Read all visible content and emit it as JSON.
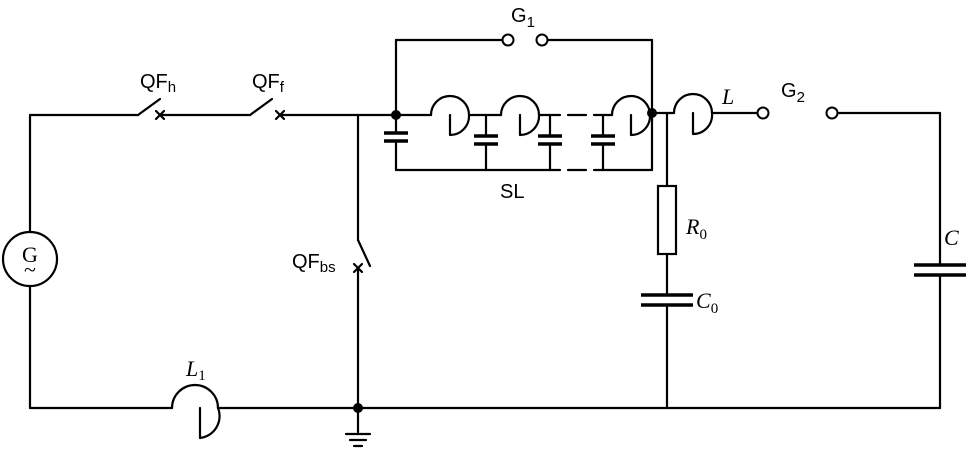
{
  "labels": {
    "G1": {
      "main": "G",
      "sub": "1"
    },
    "G2": {
      "main": "G",
      "sub": "2"
    },
    "QFh": {
      "main": "QF",
      "sub": "h"
    },
    "QFf": {
      "main": "QF",
      "sub": "f"
    },
    "QFbs": {
      "main": "QF",
      "sub": "bs"
    },
    "SL": "SL",
    "L": "L",
    "R0": {
      "main": "R",
      "sub": "0"
    },
    "C0": {
      "main": "C",
      "sub": "0"
    },
    "C": "C",
    "L1": {
      "main": "L",
      "sub": "1"
    },
    "G": "G",
    "G_tilde": "~"
  }
}
